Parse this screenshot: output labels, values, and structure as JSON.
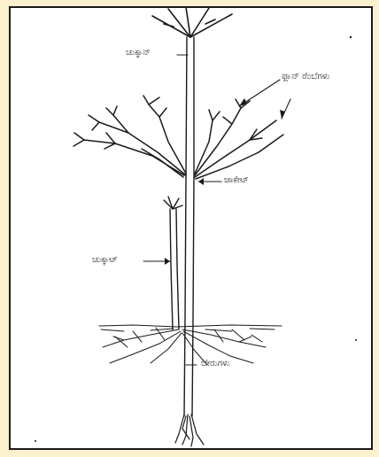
{
  "labels": {
    "top_sucker": "ಚುಕ್ಕಾನ್",
    "branch_heads": "ಫ್ಲಾನ್ ರೆಂಬೆಗಳು",
    "joint": "ಜಾಕೇಟ್",
    "side_sucker": "ಚುಕ್ಕಾಟ್",
    "roots": "ಬೇರುಗಳು"
  },
  "colors": {
    "ink": "#1a1a1a",
    "background": "#fbf1cf",
    "paper": "#ffffff"
  }
}
